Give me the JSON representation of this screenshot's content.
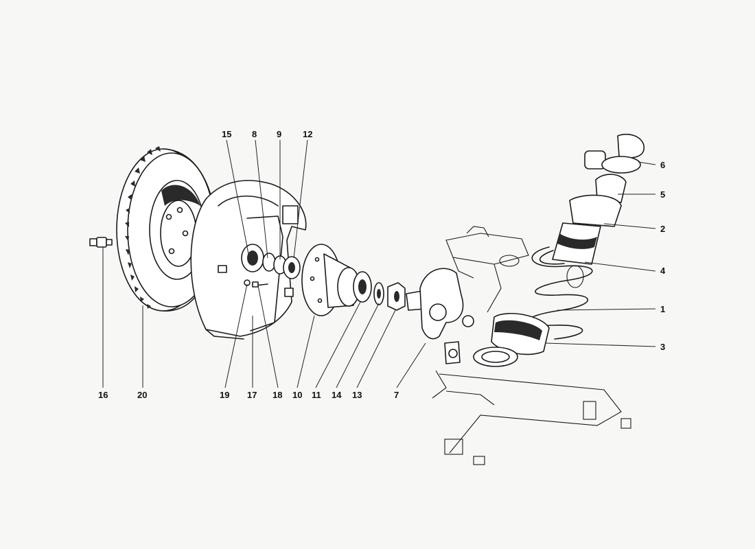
{
  "title": "",
  "callouts": [
    {
      "id": "1",
      "label": "1"
    },
    {
      "id": "2",
      "label": "2"
    },
    {
      "id": "3",
      "label": "3"
    },
    {
      "id": "4",
      "label": "4"
    },
    {
      "id": "5",
      "label": "5"
    },
    {
      "id": "6",
      "label": "6"
    },
    {
      "id": "7",
      "label": "7"
    },
    {
      "id": "8",
      "label": "8"
    },
    {
      "id": "9",
      "label": "9"
    },
    {
      "id": "10",
      "label": "10"
    },
    {
      "id": "11",
      "label": "11"
    },
    {
      "id": "12",
      "label": "12"
    },
    {
      "id": "13",
      "label": "13"
    },
    {
      "id": "14",
      "label": "14"
    },
    {
      "id": "15",
      "label": "15"
    },
    {
      "id": "16",
      "label": "16"
    },
    {
      "id": "17",
      "label": "17"
    },
    {
      "id": "18",
      "label": "18"
    },
    {
      "id": "19",
      "label": "19"
    },
    {
      "id": "20",
      "label": "20"
    }
  ],
  "colors": {
    "ink": "#1a1a1a",
    "paper": "#f7f7f5"
  }
}
